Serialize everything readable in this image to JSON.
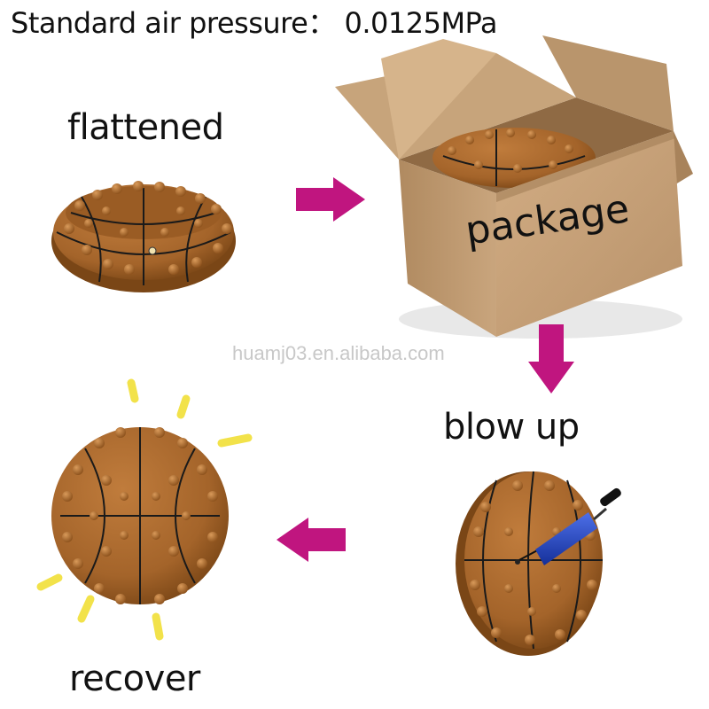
{
  "title": "Standard air pressure： 0.0125MPa",
  "steps": {
    "flattened": "flattened",
    "package": "package",
    "blow_up": "blow up",
    "recover": "recover"
  },
  "watermark": "huamj03.en.alibaba.com",
  "colors": {
    "arrow": "#c0157f",
    "ball": "#a4642a",
    "ball_dark": "#6e3d14",
    "seam": "#1a1a1a",
    "box": "#c9a57d",
    "box_dark": "#a8835b",
    "box_inner": "#8f6a44",
    "pump": "#1f3fbf",
    "burst": "#f2e24a"
  },
  "icons": {
    "arrow_right": "arrow-right-icon",
    "arrow_down": "arrow-down-icon",
    "arrow_left": "arrow-left-icon"
  }
}
